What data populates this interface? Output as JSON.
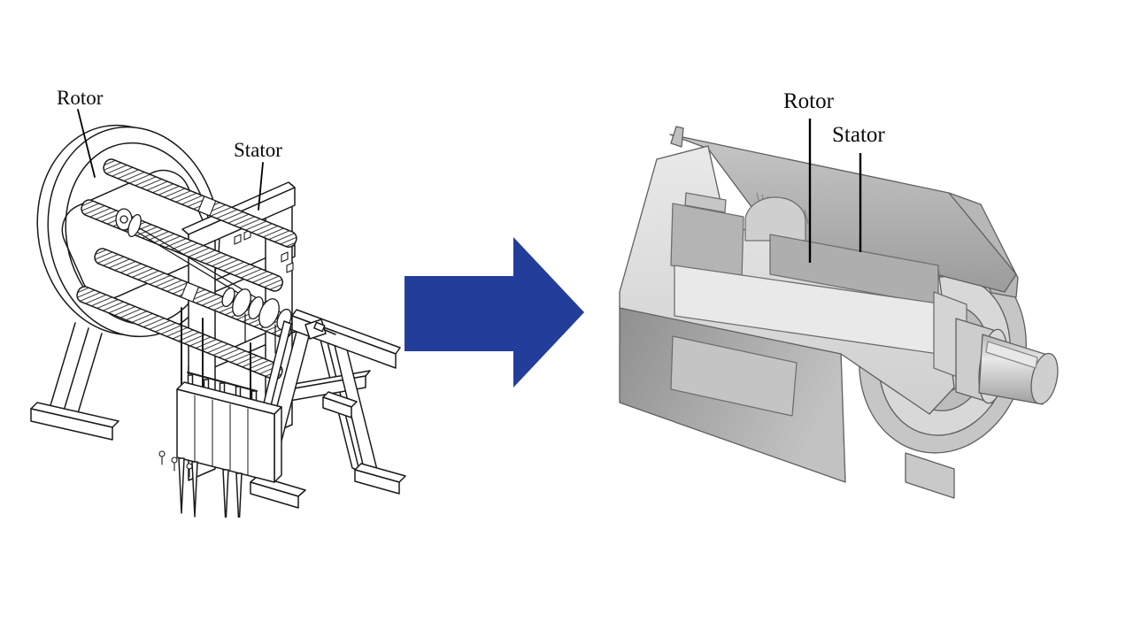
{
  "palette": {
    "background": "#ffffff",
    "arrow_blue": "#233d9b",
    "ink": "#1a1a1a",
    "motor_gray_top": "#a8a8a8",
    "motor_gray_cut": "#dcdcdc",
    "motor_gray_base": "#979797"
  },
  "left_figure": {
    "rotor_label": "Rotor",
    "stator_label": "Stator"
  },
  "right_figure": {
    "rotor_label": "Rotor",
    "stator_label": "Stator"
  }
}
